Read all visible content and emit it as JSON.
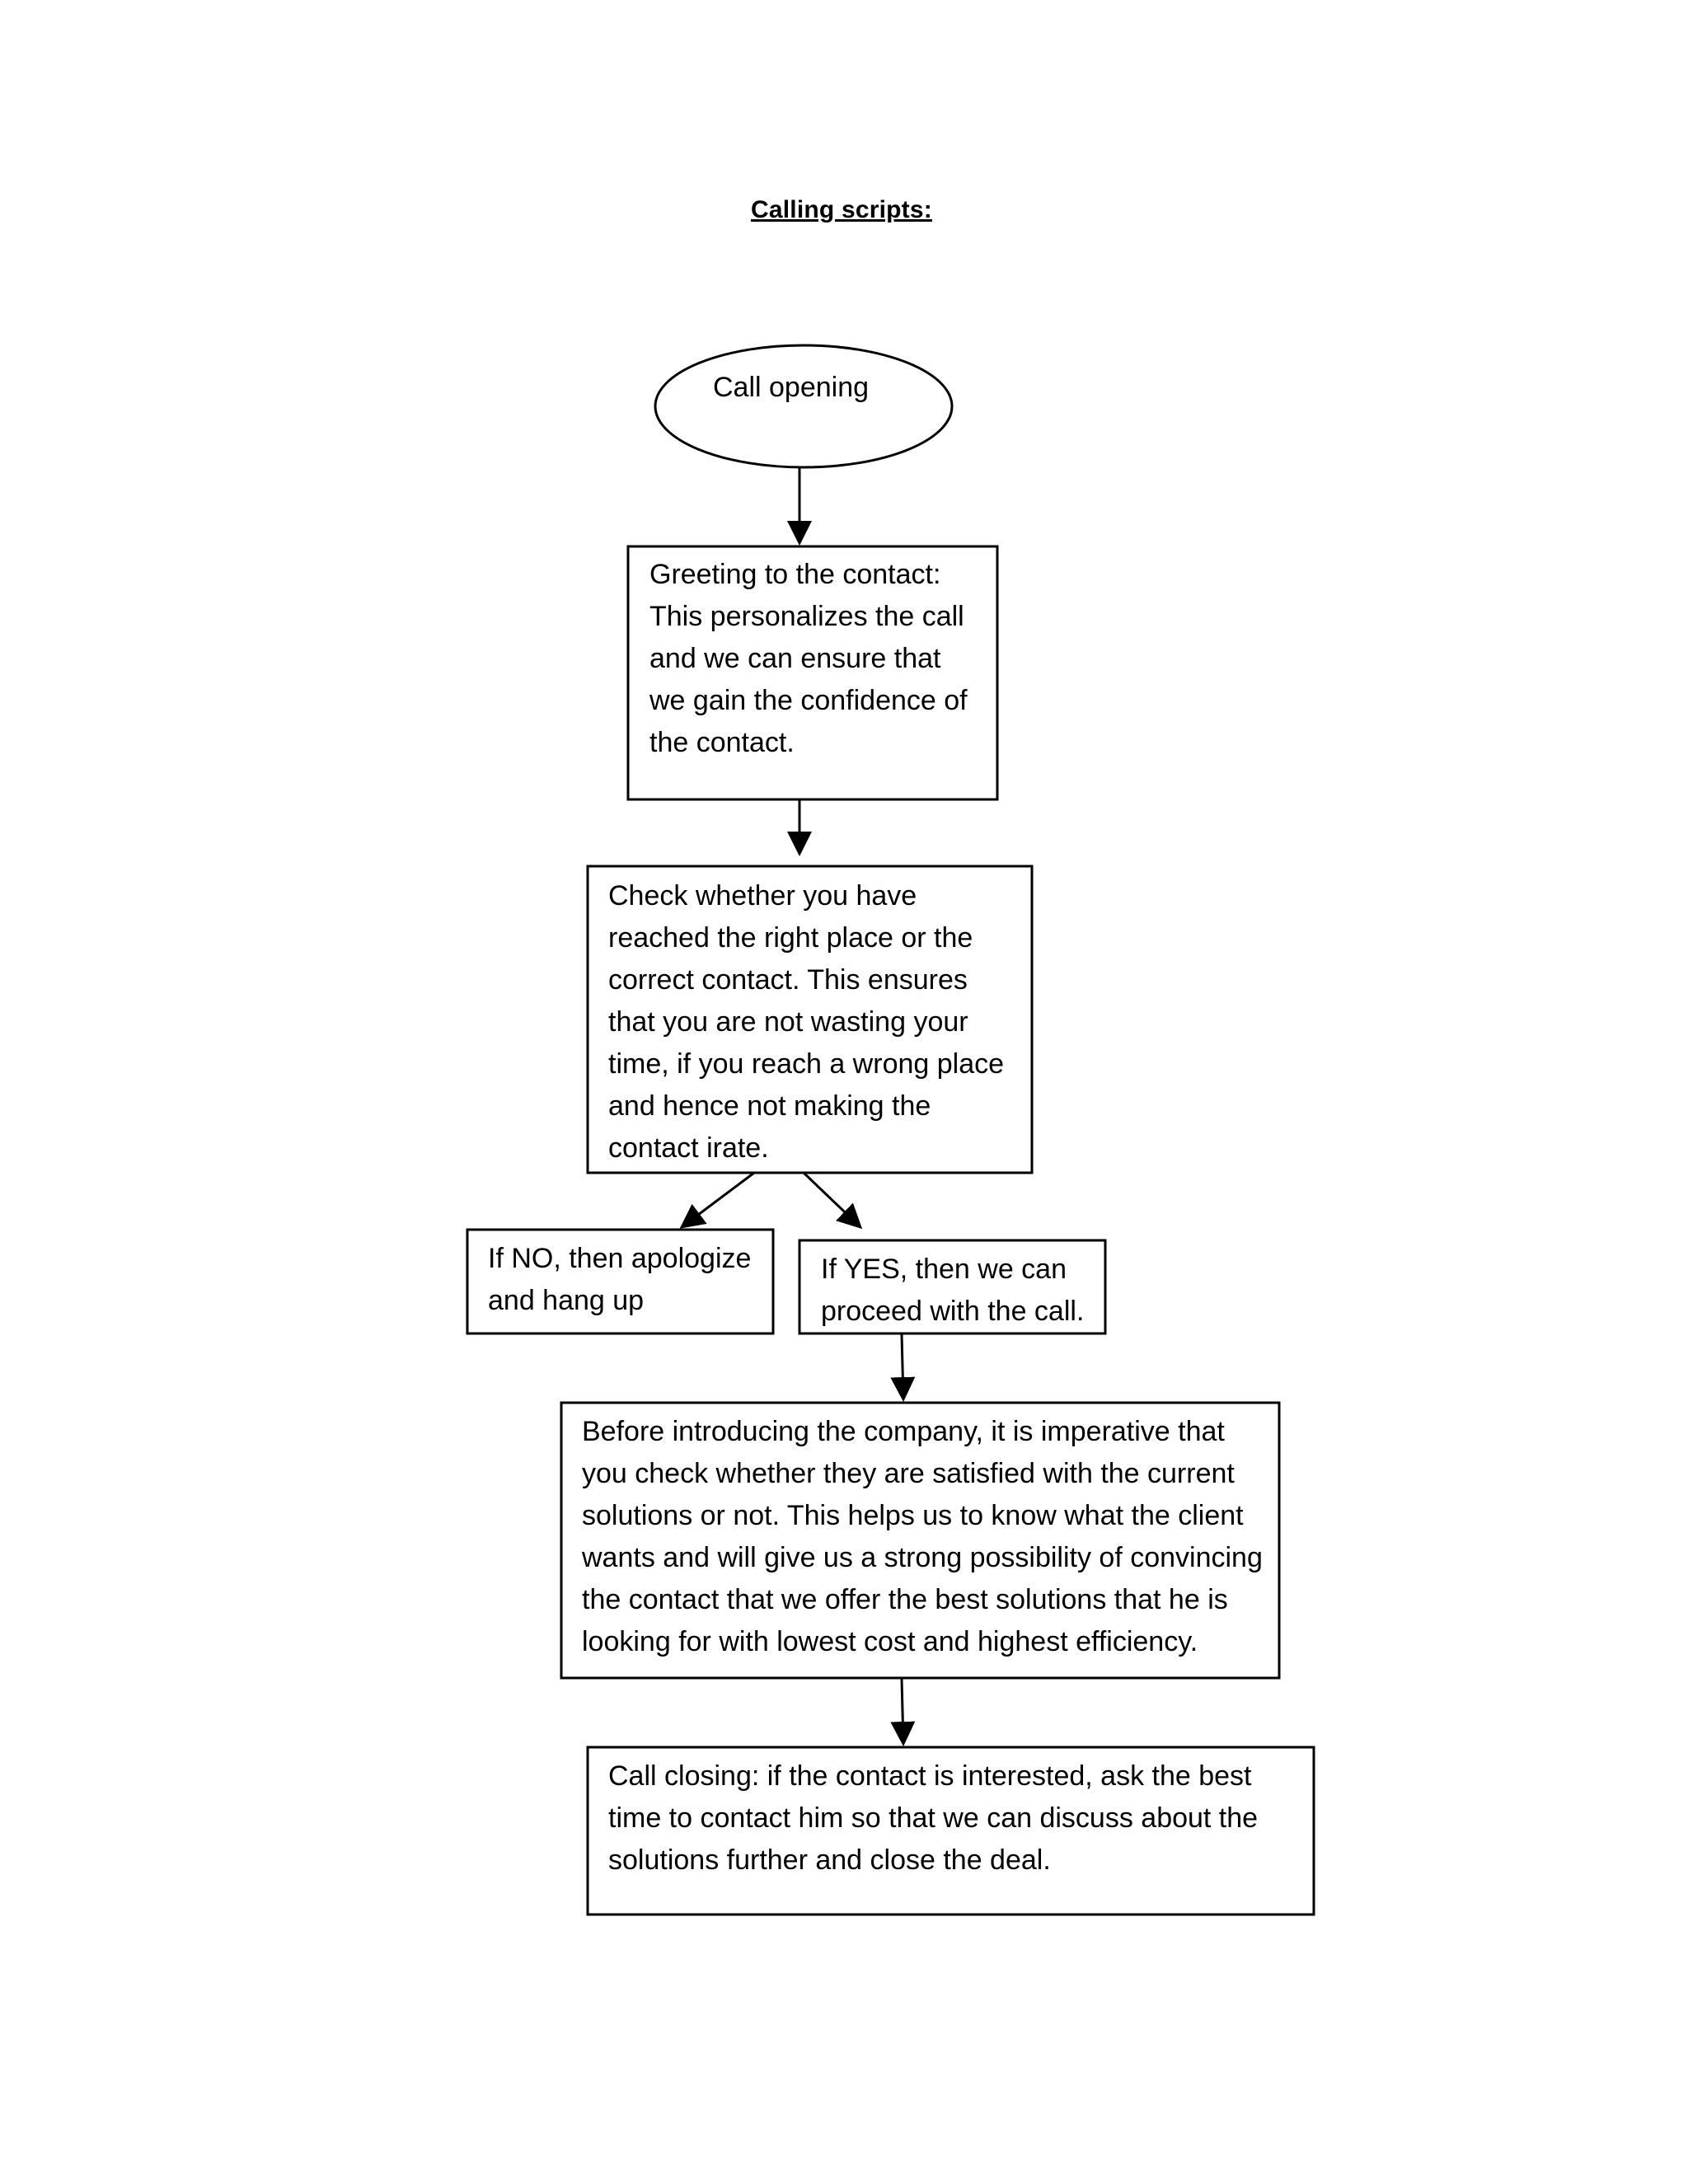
{
  "title": "Calling scripts:",
  "nodes": {
    "opening": {
      "lines": [
        "Call opening"
      ]
    },
    "greeting": {
      "lines": [
        "Greeting to the contact:",
        "This personalizes the call",
        "and we can ensure that",
        "we gain the confidence of",
        "the contact."
      ]
    },
    "check": {
      "lines": [
        "Check whether you have",
        "reached the right place or the",
        "correct contact. This ensures",
        "that you are not wasting your",
        "time, if you reach a wrong place",
        "and hence not making the",
        "contact irate."
      ]
    },
    "no_branch": {
      "lines": [
        "If NO, then apologize",
        "and hang up"
      ]
    },
    "yes_branch": {
      "lines": [
        "If YES, then we can",
        "proceed with the call."
      ]
    },
    "before_intro": {
      "lines": [
        "Before introducing the company, it is imperative that",
        "you check whether they are satisfied with the current",
        "solutions or not. This helps us to know what the client",
        "wants and will give us a strong possibility of convincing",
        "the contact that we offer the best solutions that he is",
        "looking for with lowest cost and highest efficiency."
      ]
    },
    "closing": {
      "lines": [
        "Call closing: if the contact is interested, ask the best",
        "time to contact him so that we can discuss about the",
        "solutions further and close the deal."
      ]
    }
  },
  "colors": {
    "stroke": "#000000",
    "background": "#ffffff"
  }
}
